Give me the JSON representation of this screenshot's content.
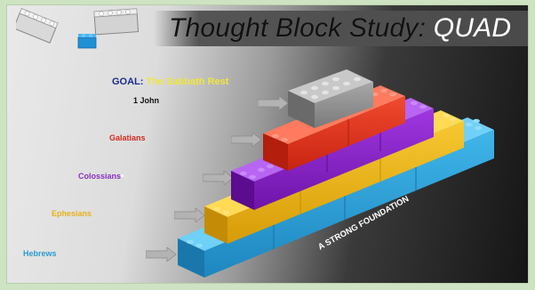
{
  "title": {
    "main": "Thought Block Study: ",
    "accent": "QUAD"
  },
  "goal": {
    "label": "GOAL:",
    "value": "The Sabbath Rest"
  },
  "books": [
    {
      "name": "1 John",
      "color": "#111111"
    },
    {
      "name": "Galatians",
      "color": "#d42a1c"
    },
    {
      "name": "Colossians",
      "color": "#8a2fc0"
    },
    {
      "name": "Ephesians",
      "color": "#e6b21b"
    },
    {
      "name": "Hebrews",
      "color": "#2b9bd1"
    }
  ],
  "foundation_text": "A STRONG FOUNDATION",
  "icons": [
    "lego-bricks-logo-icon",
    "arrow-right-icon"
  ],
  "colors": {
    "gray_block": "#8f8f8f",
    "red_block": "#e2371f",
    "purple_block": "#8a1fc9",
    "yellow_block": "#efb812",
    "blue_block": "#2aa3d8",
    "background_frame": "#cde3c2"
  }
}
